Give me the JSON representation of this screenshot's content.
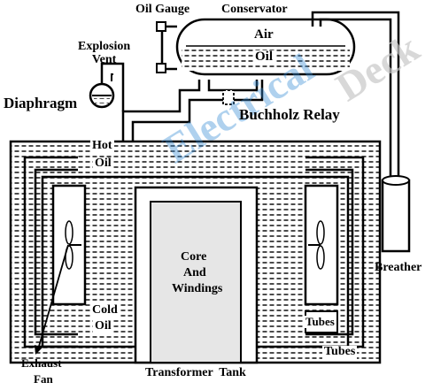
{
  "labels": {
    "oil_gauge": "Oil Gauge",
    "conservator": "Conservator",
    "air": "Air",
    "oil": "Oil",
    "explosion_vent": "Explosion\nVent",
    "diaphragm": "Diaphragm",
    "buchholz_relay": "Buchholz Relay",
    "hot_oil_1": "Hot",
    "hot_oil_2": "Oil",
    "core_windings_1": "Core",
    "core_windings_2": "And",
    "core_windings_3": "Windings",
    "cold_oil_1": "Cold",
    "cold_oil_2": "Oil",
    "tubes_inner": "Tubes",
    "tubes_outer": "Tubes",
    "breather": "Breather",
    "exhaust_fan_1": "Exhaust",
    "exhaust_fan_2": "Fan",
    "transformer_tank": "Transformer  Tank"
  },
  "watermark": {
    "text_left": "Electrical",
    "text_right": "Deck"
  },
  "colors": {
    "ink": "#000000",
    "oil_hatch": "#000000",
    "core_fill": "#e6e6e6",
    "watermark_blue": "#3a8fd6",
    "watermark_red": "#e04848",
    "watermark_gray": "#c8c8c8"
  }
}
